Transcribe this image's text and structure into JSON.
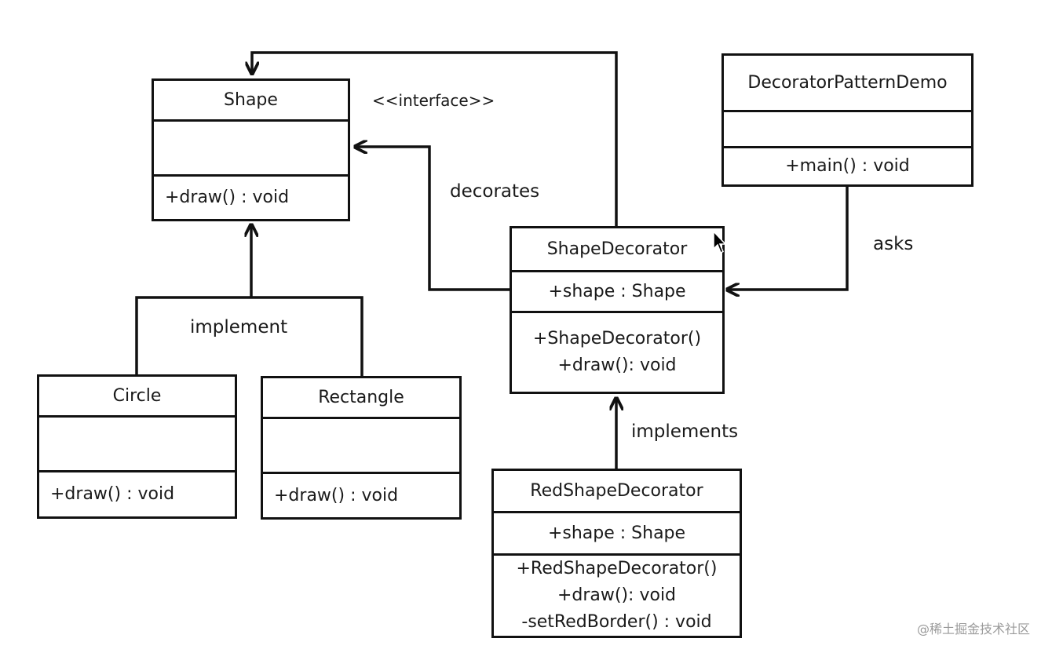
{
  "classes": {
    "shape": {
      "name": "Shape",
      "stereotype": "<<interface>>",
      "ops": [
        "+draw() : void"
      ]
    },
    "circle": {
      "name": "Circle",
      "ops": [
        "+draw() : void"
      ]
    },
    "rectangle": {
      "name": "Rectangle",
      "ops": [
        "+draw() : void"
      ]
    },
    "shape_decorator": {
      "name": "ShapeDecorator",
      "attrs": [
        "+shape : Shape"
      ],
      "ops": [
        "+ShapeDecorator()",
        "+draw(): void"
      ]
    },
    "red_shape_decorator": {
      "name": "RedShapeDecorator",
      "attrs": [
        "+shape : Shape"
      ],
      "ops": [
        "+RedShapeDecorator()",
        "+draw(): void",
        "-setRedBorder() : void"
      ]
    },
    "demo": {
      "name": "DecoratorPatternDemo",
      "ops": [
        "+main() : void"
      ]
    }
  },
  "relations": {
    "implement": "implement",
    "decorates": "decorates",
    "asks": "asks",
    "implements": "implements"
  },
  "watermark": "@稀土掘金技术社区",
  "icons": {
    "cursor": "mouse-pointer-icon"
  }
}
